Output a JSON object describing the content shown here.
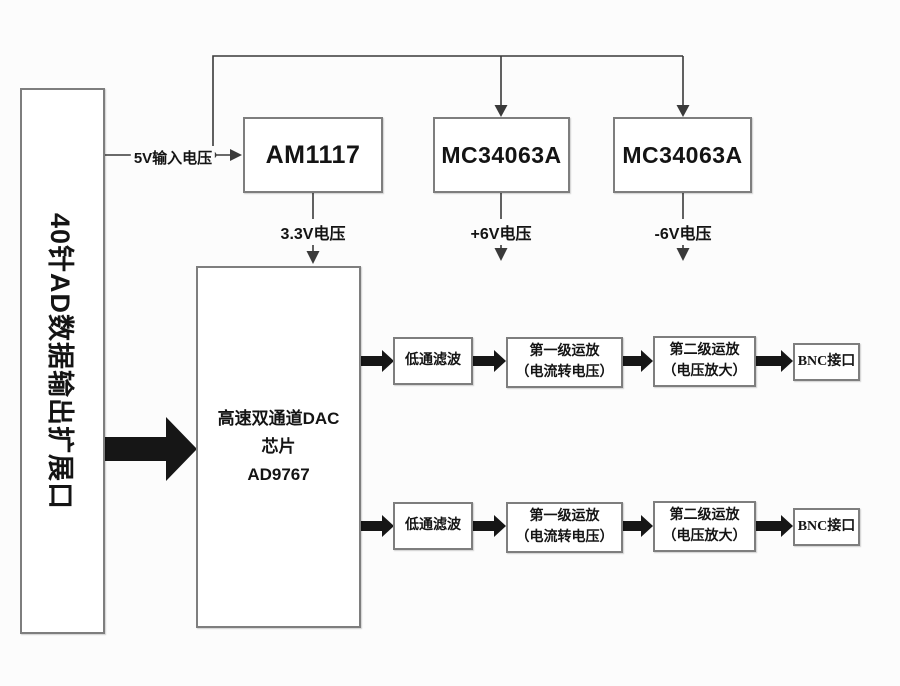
{
  "colors": {
    "background": "#fcfcfc",
    "box_fill": "#ffffff",
    "box_border": "#7e7e7e",
    "line": "#3a3a3a",
    "arrow": "#161616",
    "text": "#141414"
  },
  "expansion_port": {
    "label": "40针AD数据输出扩展口"
  },
  "power": {
    "input_voltage_label": "5V输入电压",
    "ldo": {
      "label": "AM1117",
      "output_label": "3.3V电压"
    },
    "dcdc_pos": {
      "label": "MC34063A",
      "output_label": "+6V电压"
    },
    "dcdc_neg": {
      "label": "MC34063A",
      "output_label": "-6V电压"
    }
  },
  "dac": {
    "line1": "高速双通道DAC",
    "line2": "芯片",
    "line3": "AD9767"
  },
  "channels": [
    {
      "filter": "低通滤波",
      "stage1_title": "第一级运放",
      "stage1_sub": "（电流转电压）",
      "stage2_title": "第二级运放",
      "stage2_sub": "（电压放大）",
      "output": "BNC接口"
    },
    {
      "filter": "低通滤波",
      "stage1_title": "第一级运放",
      "stage1_sub": "（电流转电压）",
      "stage2_title": "第二级运放",
      "stage2_sub": "（电压放大）",
      "output": "BNC接口"
    }
  ]
}
